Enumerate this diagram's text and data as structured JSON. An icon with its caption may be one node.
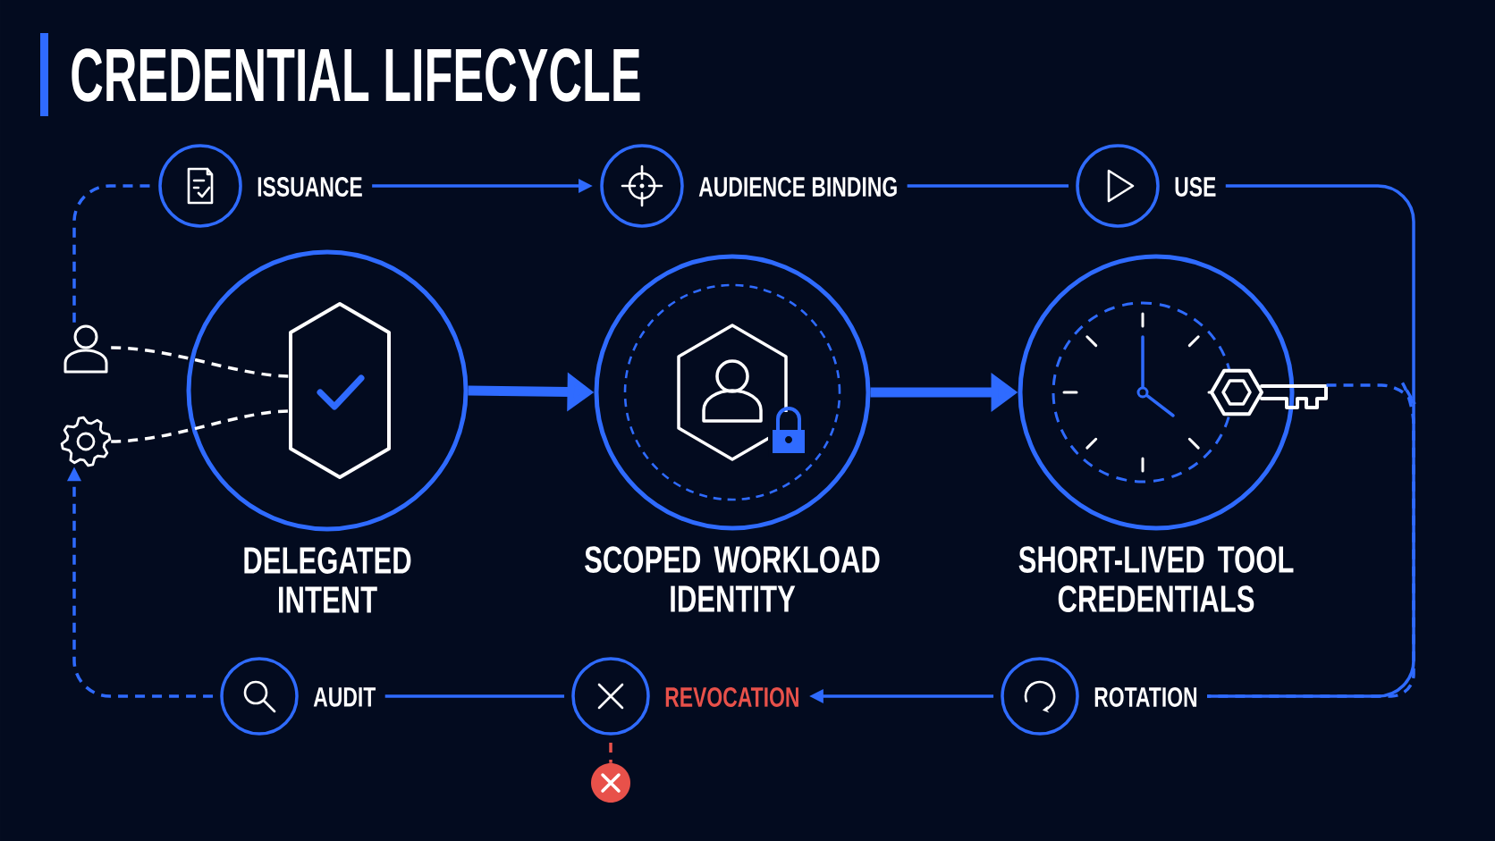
{
  "diagram": {
    "title": "CREDENTIAL LIFECYCLE",
    "nodes": [
      {
        "text": [
          "ISSUANCE"
        ]
      },
      {
        "text": [
          "AUDIENCE BINDING"
        ]
      },
      {
        "text": [
          "USE"
        ]
      },
      {
        "text": [
          "DELEGATED INTENT"
        ]
      },
      {
        "text": [
          "SCOPED WORKLOAD IDENTITY"
        ]
      },
      {
        "text": [
          "SHORT-LIVED TOOL CREDENTIALS"
        ]
      },
      {
        "text": [
          "AUDIT"
        ]
      },
      {
        "text": [
          "REVOCATION"
        ]
      },
      {
        "text": [
          "ROTATION"
        ]
      },
      {
        "text": [],
        "shape": "person"
      },
      {
        "text": [],
        "shape": "gear"
      },
      {
        "text": [],
        "shape": "circle"
      }
    ],
    "edges": [
      {
        "from": 0,
        "to": 1,
        "arrow": "to"
      },
      {
        "from": 1,
        "to": 2,
        "arrow": "none"
      },
      {
        "from": 2,
        "to": 8,
        "arrow": "none"
      },
      {
        "from": 8,
        "to": 7,
        "arrow": "to"
      },
      {
        "from": 7,
        "to": 6,
        "arrow": "none"
      },
      {
        "from": 6,
        "to": 10,
        "arrow": "to",
        "style": "dashed"
      },
      {
        "from": 9,
        "to": 0,
        "arrow": "none",
        "style": "dashed"
      },
      {
        "from": 9,
        "to": 3,
        "arrow": "none",
        "style": "dashed",
        "color": "#ffffff"
      },
      {
        "from": 10,
        "to": 3,
        "arrow": "none",
        "style": "dashed",
        "color": "#ffffff"
      },
      {
        "from": 3,
        "to": 4,
        "arrow": "to",
        "style": "thick"
      },
      {
        "from": 4,
        "to": 5,
        "arrow": "to",
        "style": "thick"
      },
      {
        "from": 5,
        "to": 8,
        "arrow": "none",
        "style": "dashed"
      },
      {
        "from": 7,
        "to": 11,
        "arrow": "none",
        "style": "dashed",
        "color": "#e8514a"
      }
    ]
  }
}
